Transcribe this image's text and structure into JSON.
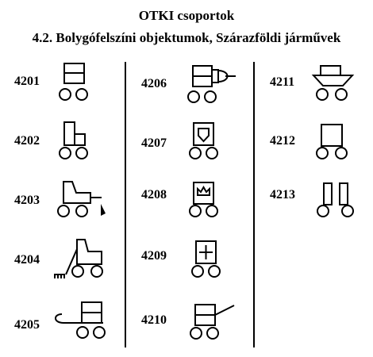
{
  "header": {
    "title": "OTKI csoportok",
    "subtitle": "4.2. Bolygófelszíni objektumok, Szárazföldi járművek"
  },
  "symbols": [
    {
      "code": "4201",
      "icon": "cart-symbol-icon"
    },
    {
      "code": "4202",
      "icon": "chair-vehicle-icon"
    },
    {
      "code": "4203",
      "icon": "plow-vehicle-icon"
    },
    {
      "code": "4204",
      "icon": "harrow-vehicle-icon"
    },
    {
      "code": "4205",
      "icon": "hook-vehicle-icon"
    },
    {
      "code": "4206",
      "icon": "lamp-vehicle-icon"
    },
    {
      "code": "4207",
      "icon": "shield-vehicle-icon"
    },
    {
      "code": "4208",
      "icon": "crown-vehicle-icon"
    },
    {
      "code": "4209",
      "icon": "cross-vehicle-icon"
    },
    {
      "code": "4210",
      "icon": "antenna-vehicle-icon"
    },
    {
      "code": "4211",
      "icon": "trapezoid-vehicle-icon"
    },
    {
      "code": "4212",
      "icon": "box-vehicle-icon"
    },
    {
      "code": "4213",
      "icon": "twin-bar-vehicle-icon"
    }
  ]
}
